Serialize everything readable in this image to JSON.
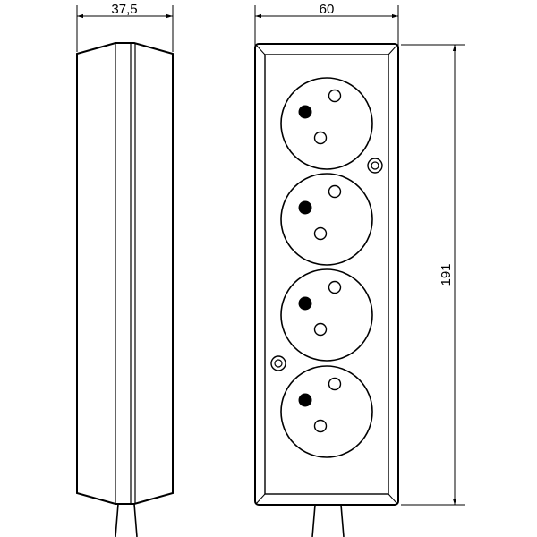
{
  "dimensions": {
    "depth_label": "37,5",
    "width_label": "60",
    "height_label": "191"
  },
  "sockets": [
    {
      "name": "socket-1"
    },
    {
      "name": "socket-2"
    },
    {
      "name": "socket-3"
    },
    {
      "name": "socket-4"
    }
  ],
  "colors": {
    "line": "#000000",
    "background": "#ffffff"
  }
}
